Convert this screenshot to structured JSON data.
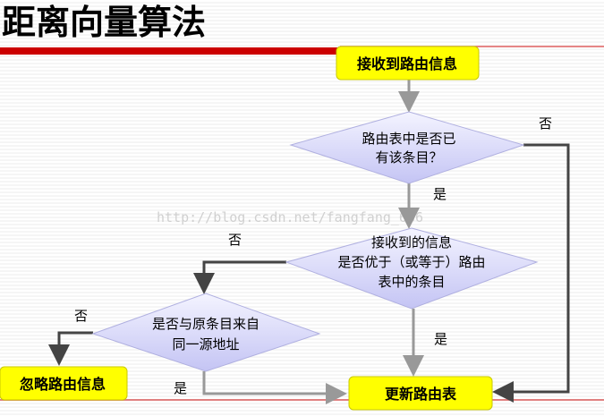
{
  "title": "距离向量算法",
  "watermark": "http://blog.csdn.net/fangfang_666",
  "nodes": {
    "start": "接收到路由信息",
    "decision1": [
      "路由表中是否已",
      "有该条目？"
    ],
    "decision2": [
      "接收到的信息",
      "是否优于（或等于）路由",
      "表中的条目"
    ],
    "decision3": [
      "是否与原条目来自",
      "同一源地址"
    ],
    "ignore": "忽略路由信息",
    "update": "更新路由表"
  },
  "edge_labels": {
    "d1_no": "否",
    "d1_yes": "是",
    "d2_no": "否",
    "d2_yes": "是",
    "d3_no": "否",
    "d3_yes": "是"
  },
  "colors": {
    "box": "#ffff00",
    "diamond": "#c8c8f8",
    "accent": "#cc0000",
    "arrow": "#999999"
  }
}
